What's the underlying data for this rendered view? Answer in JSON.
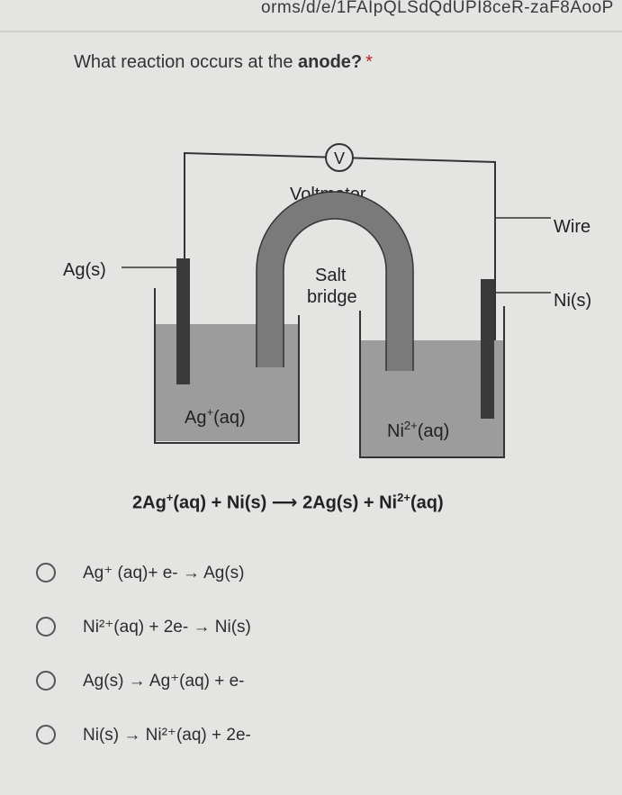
{
  "url_fragment": "orms/d/e/1FAIpQLSdQdUPI8ceR-zaF8AooP",
  "question": {
    "text_before": "What reaction occurs at the ",
    "text_bold": "anode?",
    "required_mark": "*"
  },
  "diagram": {
    "voltmeter_symbol": "V",
    "voltmeter_label": "Voltmeter",
    "wire_label": "Wire",
    "left_electrode_label": "Ag(s)",
    "right_electrode_label": "Ni(s)",
    "salt_bridge_line1": "Salt",
    "salt_bridge_line2": "bridge",
    "left_solution_main": "Ag",
    "left_solution_sup": "+",
    "left_solution_state": "(aq)",
    "right_solution_main": "Ni",
    "right_solution_sup": "2+",
    "right_solution_state": "(aq)"
  },
  "equation": {
    "p1": "2Ag",
    "p1_sup": "+",
    "p2": "(aq) + Ni(s)",
    "arrow": "⟶",
    "p3": "2Ag(s) + Ni",
    "p3_sup": "2+",
    "p4": "(aq)"
  },
  "options": [
    {
      "label": "Ag⁺ (aq)+ e- → Ag(s)"
    },
    {
      "label": "Ni²⁺(aq) + 2e- → Ni(s)"
    },
    {
      "label": "Ag(s) → Ag⁺(aq) + e-"
    },
    {
      "label": "Ni(s) → Ni²⁺(aq) + 2e-"
    }
  ],
  "colors": {
    "background": "#e4e4e2",
    "solution": "#9c9c9c",
    "electrode": "#3a3a3a",
    "salt_bridge": "#7a7a7a"
  }
}
